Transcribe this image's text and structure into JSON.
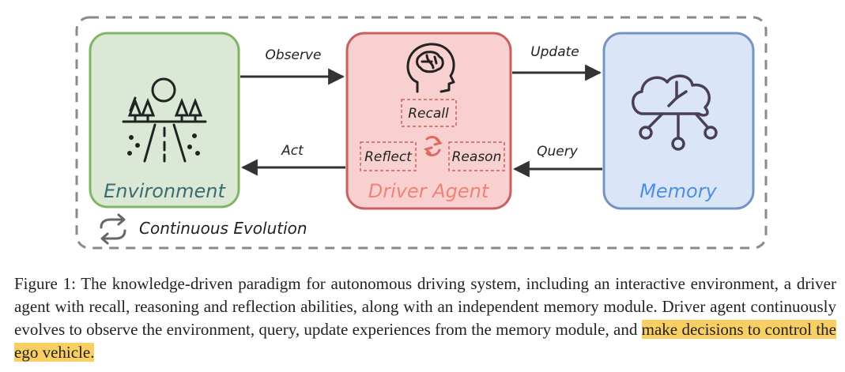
{
  "diagram": {
    "boxes": {
      "environment": {
        "label": "Environment",
        "fill": "#dbe8d5",
        "stroke": "#82b366",
        "text_color": "#3a6b70"
      },
      "driver_agent": {
        "label": "Driver Agent",
        "fill": "#f8d0cf",
        "stroke": "#c8605e",
        "text_color": "#f08279"
      },
      "memory": {
        "label": "Memory",
        "fill": "#dae6f7",
        "stroke": "#7494c6",
        "text_color": "#4c8fe3"
      }
    },
    "abilities": [
      "Recall",
      "Reflect",
      "Reason"
    ],
    "arrows": {
      "observe": "Observe",
      "act": "Act",
      "update": "Update",
      "query": "Query"
    },
    "loop_label": "Continuous Evolution"
  },
  "caption": {
    "prefix": "Figure 1:",
    "text": "The knowledge-driven paradigm for autonomous driving system, including an interactive environment, a driver agent with recall, reasoning and reflection abilities, along with an independent memory module. Driver agent continuously evolves to observe the environment, query, update experiences from the memory module, and",
    "highlight": "make decisions to control the ego vehicle."
  }
}
